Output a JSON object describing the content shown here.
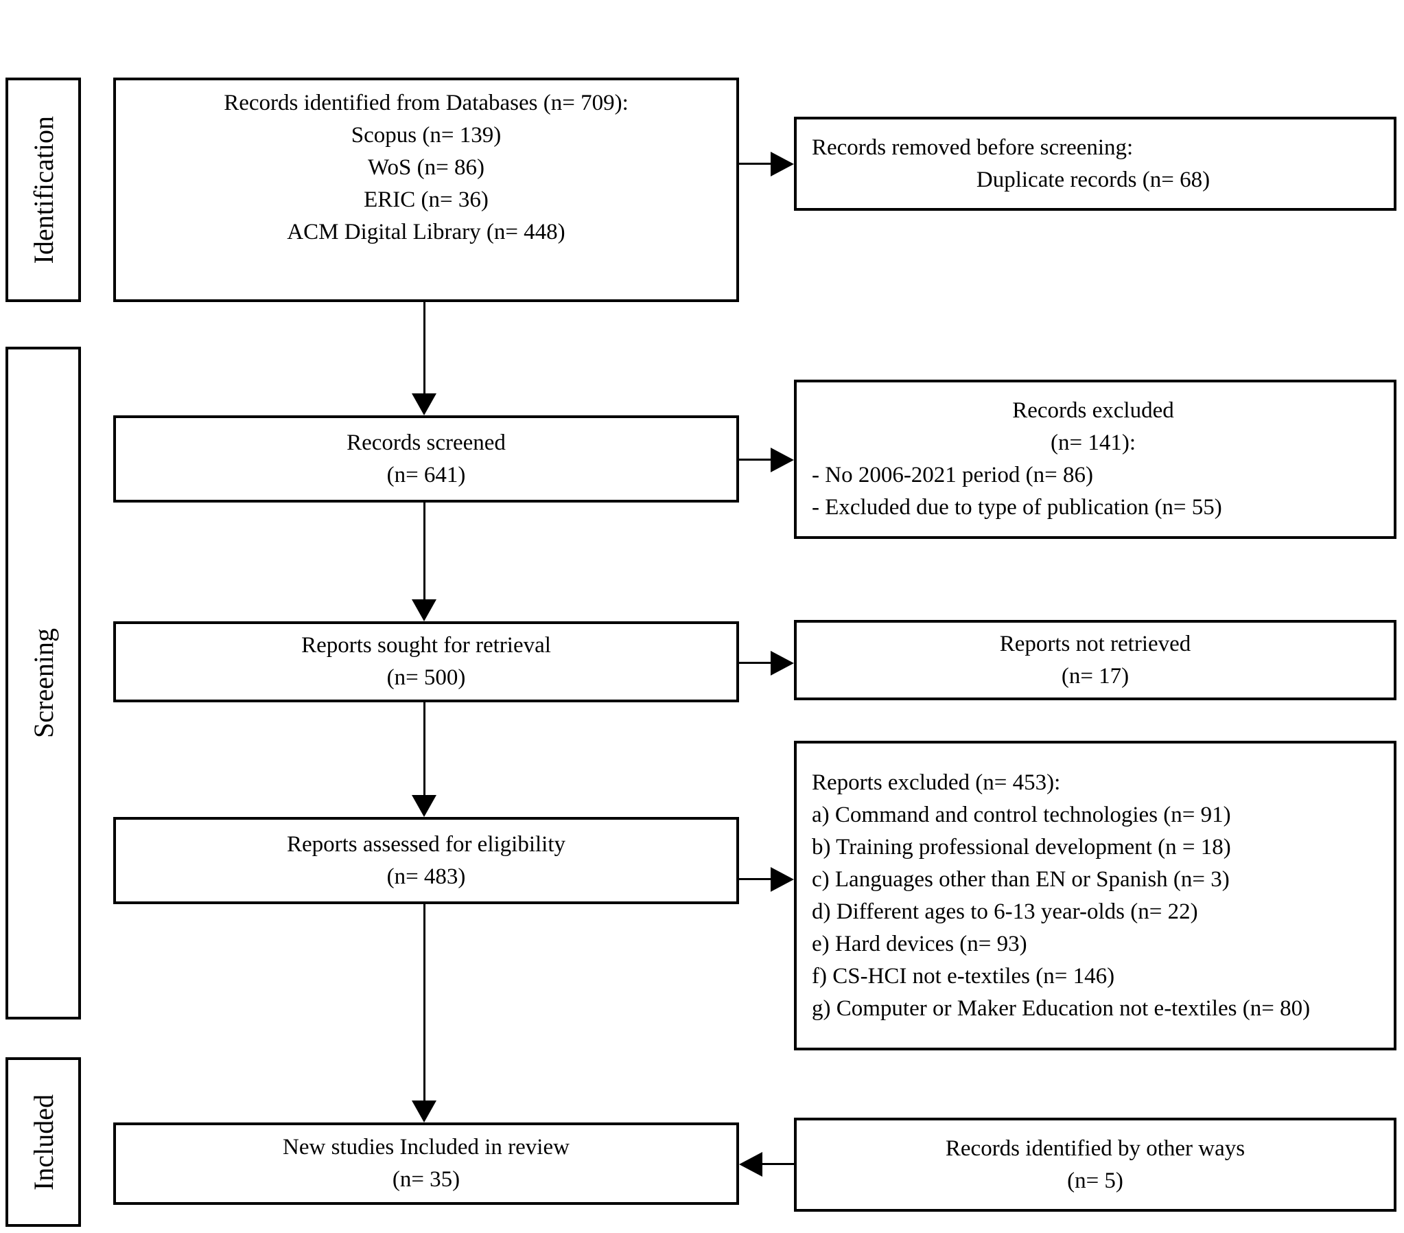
{
  "sidebar": {
    "identification": {
      "label": "Identification"
    },
    "screening": {
      "label": "Screening"
    },
    "included": {
      "label": "Included"
    }
  },
  "main_flow": {
    "identified": {
      "lines": [
        "Records identified from Databases (n= 709):",
        "Scopus (n= 139)",
        "WoS (n= 86)",
        "ERIC (n= 36)",
        "ACM Digital Library (n= 448)"
      ]
    },
    "screened": {
      "lines": [
        "Records screened",
        "(n= 641)"
      ]
    },
    "sought": {
      "lines": [
        "Reports sought for retrieval",
        "(n= 500)"
      ]
    },
    "assessed": {
      "lines": [
        "Reports assessed for eligibility",
        "(n= 483)"
      ]
    },
    "new_included": {
      "lines": [
        "New studies Included in review",
        "(n= 35)"
      ]
    }
  },
  "side_flow": {
    "removed_before_screening": {
      "lines": [
        "Records removed before screening:",
        "Duplicate records (n= 68)"
      ]
    },
    "records_excluded": {
      "lines": [
        "Records excluded",
        "(n= 141):",
        "- No 2006-2021 period (n= 86)",
        "- Excluded due to type of publication (n= 55)"
      ]
    },
    "reports_not_retrieved": {
      "lines": [
        "Reports not retrieved",
        "(n= 17)"
      ]
    },
    "reports_excluded": {
      "lines": [
        "Reports excluded (n= 453):",
        "a) Command and control technologies (n= 91)",
        "b) Training professional development (n = 18)",
        "c) Languages other than EN or Spanish (n= 3)",
        "d) Different ages to 6-13 year-olds (n= 22)",
        "e) Hard devices (n= 93)",
        "f) CS-HCI not e-textiles (n= 146)",
        "g) Computer or Maker Education not e-textiles (n= 80)"
      ]
    },
    "identified_other_ways": {
      "lines": [
        "Records identified by other ways",
        "(n= 5)"
      ]
    }
  },
  "colors": {
    "line": "#000000",
    "text": "#000000",
    "box_background": "#ffffff",
    "page_background": "#ffffff"
  }
}
